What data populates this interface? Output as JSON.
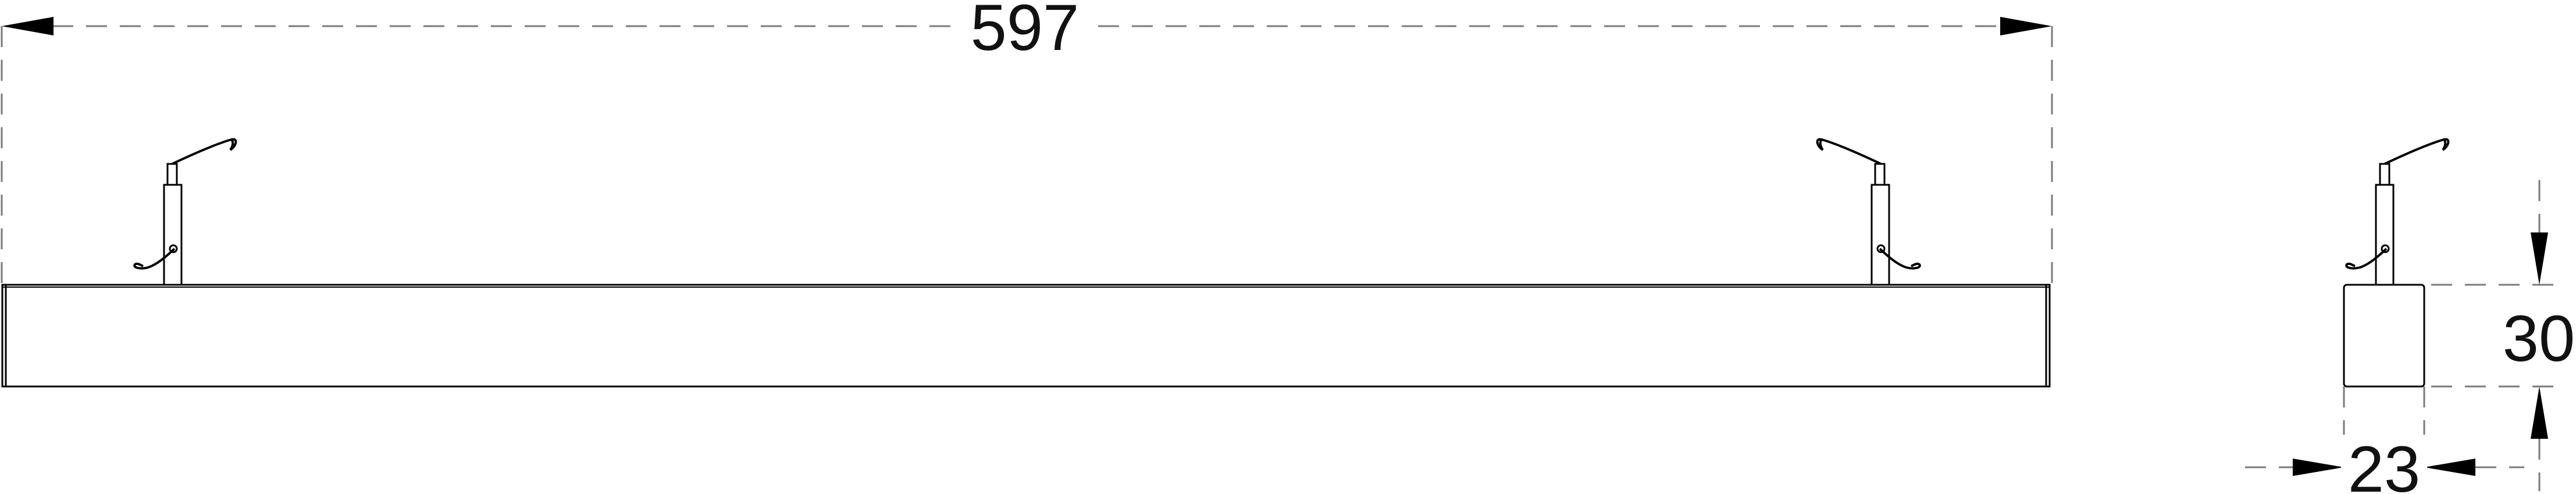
{
  "dimensions": {
    "length_label": "597",
    "height_label": "30",
    "width_label": "23"
  },
  "colors": {
    "stroke": "#000000",
    "extension_line": "#7a7a7a",
    "background": "#ffffff"
  }
}
